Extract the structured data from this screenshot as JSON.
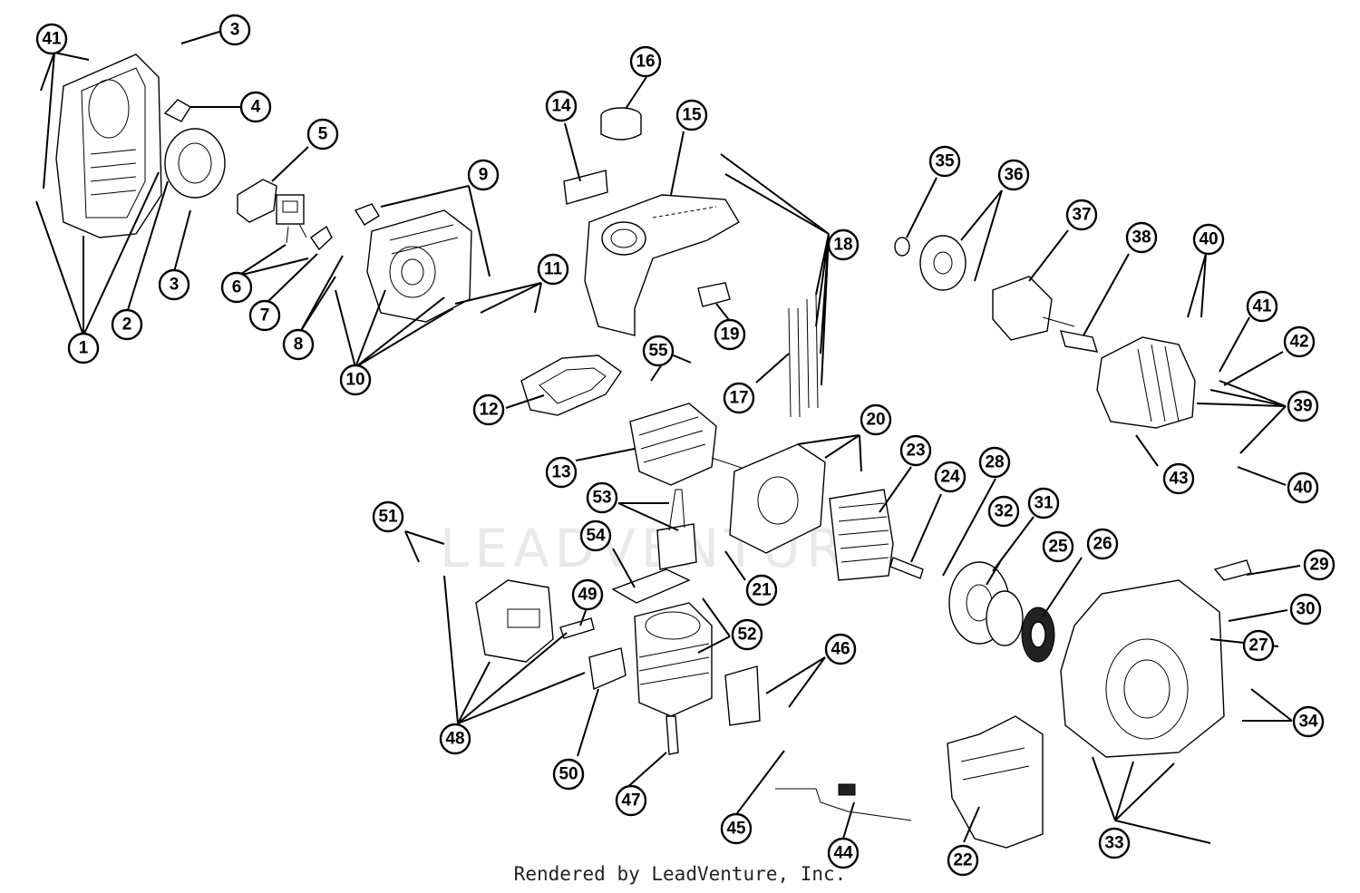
{
  "footer_text": "Rendered by LeadVenture, Inc.",
  "watermark_text": "LEADVENTURE",
  "line_color": "#000000",
  "background_color": "#ffffff",
  "callouts": [
    "41",
    "3",
    "4",
    "5",
    "1",
    "2",
    "3",
    "6",
    "7",
    "8",
    "9",
    "10",
    "11",
    "12",
    "13",
    "14",
    "15",
    "16",
    "17",
    "18",
    "19",
    "20",
    "21",
    "22",
    "23",
    "24",
    "25",
    "26",
    "27",
    "28",
    "29",
    "30",
    "31",
    "32",
    "33",
    "34",
    "35",
    "36",
    "37",
    "38",
    "39",
    "40",
    "40",
    "41",
    "42",
    "43",
    "44",
    "45",
    "46",
    "47",
    "48",
    "49",
    "50",
    "51",
    "52",
    "53",
    "54",
    "55"
  ]
}
